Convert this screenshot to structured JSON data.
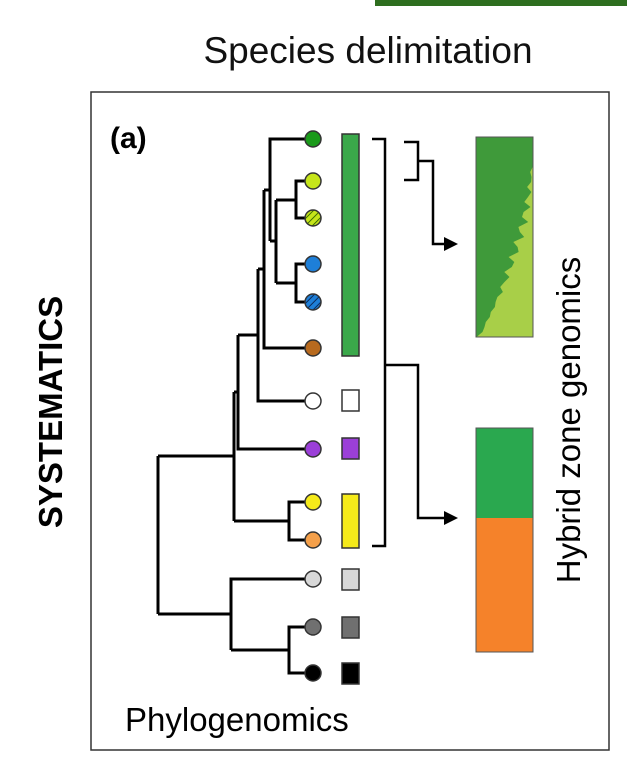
{
  "header": {
    "title": "Species delimitation",
    "accent_bar_color": "#2e6e1f"
  },
  "side_label": "SYSTEMATICS",
  "panel": {
    "letter": "(a)",
    "footer": "Phylogenomics",
    "right_label": "Hybrid zone genomics"
  },
  "taxa": [
    {
      "id": "t1",
      "color": "#1a9a1a",
      "pattern": "solid",
      "box_color": "#3aa84a"
    },
    {
      "id": "t2",
      "color": "#c6e51a",
      "pattern": "solid",
      "box_color": "#3aa84a"
    },
    {
      "id": "t3",
      "color": "#c6e51a",
      "pattern": "hatched",
      "box_color": "#3aa84a"
    },
    {
      "id": "t4",
      "color": "#1e7fd8",
      "pattern": "solid",
      "box_color": "#3aa84a"
    },
    {
      "id": "t5",
      "color": "#1e7fd8",
      "pattern": "hatched",
      "box_color": "#3aa84a"
    },
    {
      "id": "t6",
      "color": "#b86a1e",
      "pattern": "solid",
      "box_color": "#3aa84a"
    },
    {
      "id": "t7",
      "color": "#ffffff",
      "pattern": "solid",
      "box_color": "#ffffff"
    },
    {
      "id": "t8",
      "color": "#9b3fd8",
      "pattern": "solid",
      "box_color": "#9b3fd8"
    },
    {
      "id": "t9",
      "color": "#f5ea1a",
      "pattern": "solid",
      "box_color": "#f5ea1a"
    },
    {
      "id": "t10",
      "color": "#f5a04a",
      "pattern": "solid",
      "box_color": "#f5ea1a"
    },
    {
      "id": "t11",
      "color": "#d8d8d8",
      "pattern": "solid",
      "box_color": "#d8d8d8"
    },
    {
      "id": "t12",
      "color": "#707070",
      "pattern": "solid",
      "box_color": "#707070"
    },
    {
      "id": "t13",
      "color": "#000000",
      "pattern": "solid",
      "box_color": "#000000"
    }
  ],
  "admixture_plots": [
    {
      "id": "upper",
      "colors": [
        "#3f9a3a",
        "#a8cf48"
      ]
    },
    {
      "id": "lower",
      "colors": [
        "#2aa84f",
        "#f5822a"
      ],
      "split_fraction": 0.43
    }
  ]
}
